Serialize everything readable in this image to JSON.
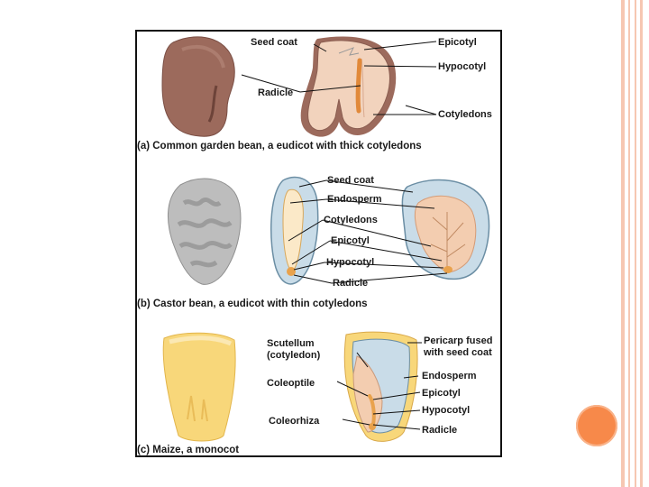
{
  "panel_a": {
    "labels": {
      "seed_coat": "Seed coat",
      "radicle": "Radicle",
      "epicotyl": "Epicotyl",
      "hypocotyl": "Hypocotyl",
      "cotyledons": "Cotyledons"
    },
    "caption": "(a) Common garden bean, a eudicot with thick cotyledons"
  },
  "panel_b": {
    "labels": {
      "seed_coat": "Seed coat",
      "endosperm": "Endosperm",
      "cotyledons": "Cotyledons",
      "epicotyl": "Epicotyl",
      "hypocotyl": "Hypocotyl",
      "radicle": "Radicle"
    },
    "caption": "(b) Castor bean, a eudicot with thin cotyledons"
  },
  "panel_c": {
    "labels": {
      "scutellum": "Scutellum",
      "scutellum_sub": "(cotyledon)",
      "coleoptile": "Coleoptile",
      "coleorhiza": "Coleorhiza",
      "pericarp": "Pericarp fused",
      "pericarp_sub": "with seed coat",
      "endosperm": "Endosperm",
      "epicotyl": "Epicotyl",
      "hypocotyl": "Hypocotyl",
      "radicle": "Radicle"
    },
    "caption": "(c) Maize, a monocot"
  },
  "colors": {
    "bean_outer": "#9c6a5c",
    "bean_inner": "#f2d3bd",
    "castor_gray": "#bdbdbd",
    "endosperm_blue": "#c9dce8",
    "maize_yellow": "#f8d77a",
    "accent_orange": "#f7894a"
  }
}
